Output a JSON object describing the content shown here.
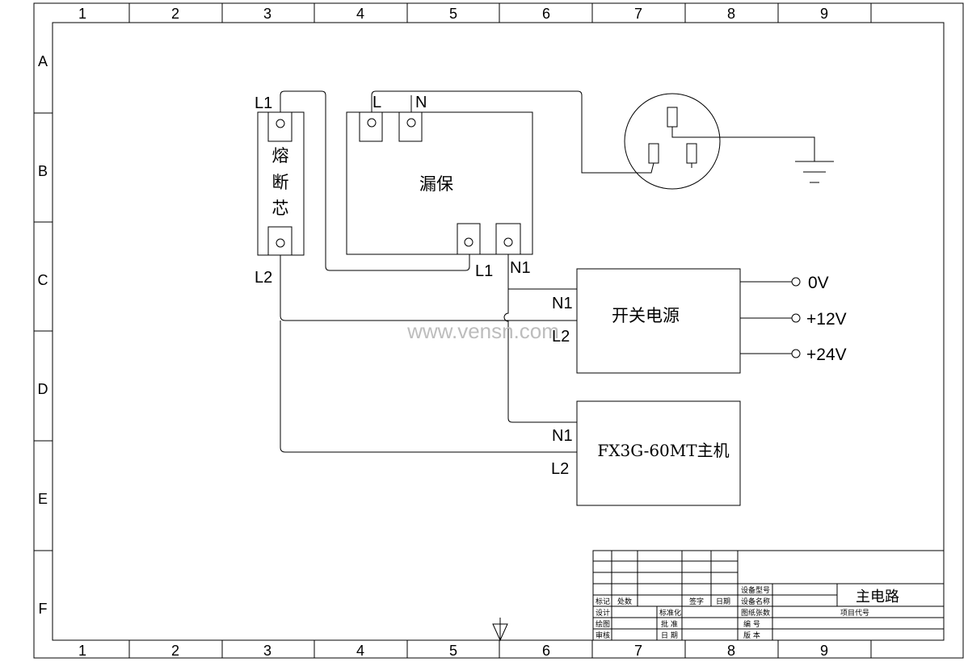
{
  "frame": {
    "column_labels": [
      "1",
      "2",
      "3",
      "4",
      "5",
      "6",
      "7",
      "8",
      "9"
    ],
    "row_labels": [
      "A",
      "B",
      "C",
      "D",
      "E",
      "F"
    ]
  },
  "components": {
    "fuse": {
      "label": "熔断芯",
      "top_terminal": "L1",
      "bottom_terminal": "L2"
    },
    "leakage_breaker": {
      "label": "漏保",
      "in_l": "L",
      "in_n": "N",
      "out_l": "L1",
      "out_n": "N1"
    },
    "psu": {
      "label": "开关电源",
      "in_n": "N1",
      "in_l": "L2",
      "outputs": [
        "0V",
        "+12V",
        "+24V"
      ]
    },
    "plc": {
      "label": "FX3G-60MT主机",
      "in_n": "N1",
      "in_l": "L2"
    }
  },
  "watermark": "www.vensn.com",
  "title_block": {
    "drawing_title": "主电路",
    "row_marker": "标记",
    "row_count": "处数",
    "row_sign": "签字",
    "row_date": "日期",
    "design": "设计",
    "standardize": "标准化",
    "draw": "绘图",
    "approve": "批 准",
    "review": "审核",
    "date": "日 期",
    "equip_model": "设备型号",
    "equip_name": "设备名称",
    "drawing_qty": "图纸张数",
    "serial_no": "编 号",
    "version": "版 本",
    "project_code": "项目代号"
  }
}
